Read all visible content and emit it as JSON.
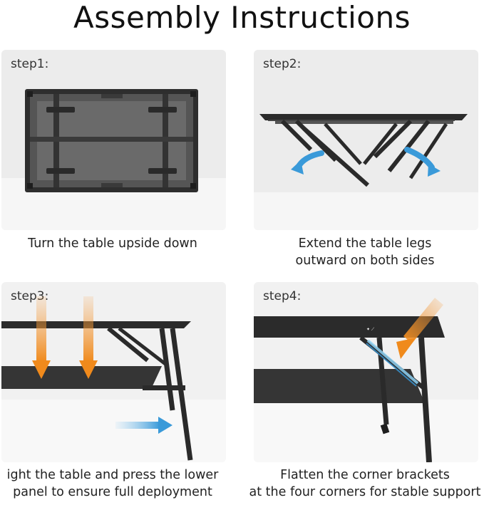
{
  "title": "Assembly Instructions",
  "steps": [
    {
      "label": "step1:",
      "caption_lines": [
        "Turn the table upside down"
      ]
    },
    {
      "label": "step2:",
      "caption_lines": [
        "Extend the table legs",
        "outward on both sides"
      ]
    },
    {
      "label": "step3:",
      "caption_lines": [
        "ight the table and press the lower",
        "panel to ensure full deployment"
      ]
    },
    {
      "label": "step4:",
      "caption_lines": [
        "Flatten the corner brackets",
        "at the four corners for stable support"
      ]
    }
  ],
  "colors": {
    "panel_bg": "#ececec",
    "table_dark": "#2b2b2b",
    "arrow_blue": "#3a9ad9",
    "arrow_orange": "#f08a1c"
  }
}
